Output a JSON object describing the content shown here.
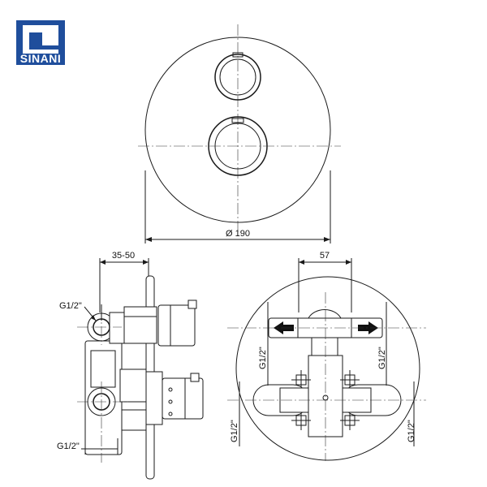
{
  "brand": {
    "name": "SINANI",
    "color": "#1f4e9c"
  },
  "dimensions": {
    "plate_diameter": "Ø 190",
    "depth": "35-50",
    "outlet_spacing": "57",
    "thread_top_side": "G1/2\"",
    "thread_bottom_side": "G1/2\"",
    "thread_rear_left": "G1/2\"",
    "thread_rear_right": "G1/2\"",
    "thread_bottom_left": "G1/2\"",
    "thread_bottom_right": "G1/2\""
  },
  "icons": {
    "arrow_left": "arrow-left-icon",
    "arrow_right": "arrow-right-icon"
  }
}
